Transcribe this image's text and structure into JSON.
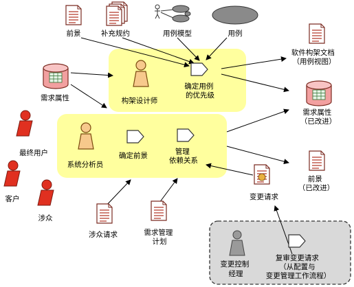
{
  "nodes": {
    "vision": "前景",
    "supplementary_spec": "补充规约",
    "use_case_model": "用例模型",
    "use_case": "用例",
    "requirement_attributes": "需求属性",
    "architect": "构架设计师",
    "prioritize_use_cases": [
      "确定用例",
      "的优先级"
    ],
    "software_architecture_doc": [
      "软件构架文档",
      "（用例视图）"
    ],
    "req_attrs_updated": [
      "需求属性",
      "（已改进）"
    ],
    "end_user": "最终用户",
    "customer": "客户",
    "stakeholder": "涉众",
    "system_analyst": "系统分析员",
    "define_vision": "确定前景",
    "manage_dependencies": [
      "管理",
      "依赖关系"
    ],
    "vision_updated": [
      "前景",
      "（已改进）"
    ],
    "change_request": "变更请求",
    "stakeholder_requests": "涉众请求",
    "req_mgmt_plan": [
      "需求管理",
      "计划"
    ],
    "change_control_manager": [
      "变更控制",
      "经理"
    ],
    "review_change_requests": [
      "复审变更请求",
      "（从配置与",
      "变更管理工作流程）"
    ]
  },
  "colors": {
    "highlight": "#ffff9e",
    "worker_body": "#f7c98c",
    "stakeholder_red": "#e03020",
    "doc_stroke": "#7a2a20",
    "doc_lines": "#b03020",
    "db_fill": "#f2a0a0",
    "grey_box": "#d9d9d9",
    "grey_worker": "#9a9a9a"
  }
}
